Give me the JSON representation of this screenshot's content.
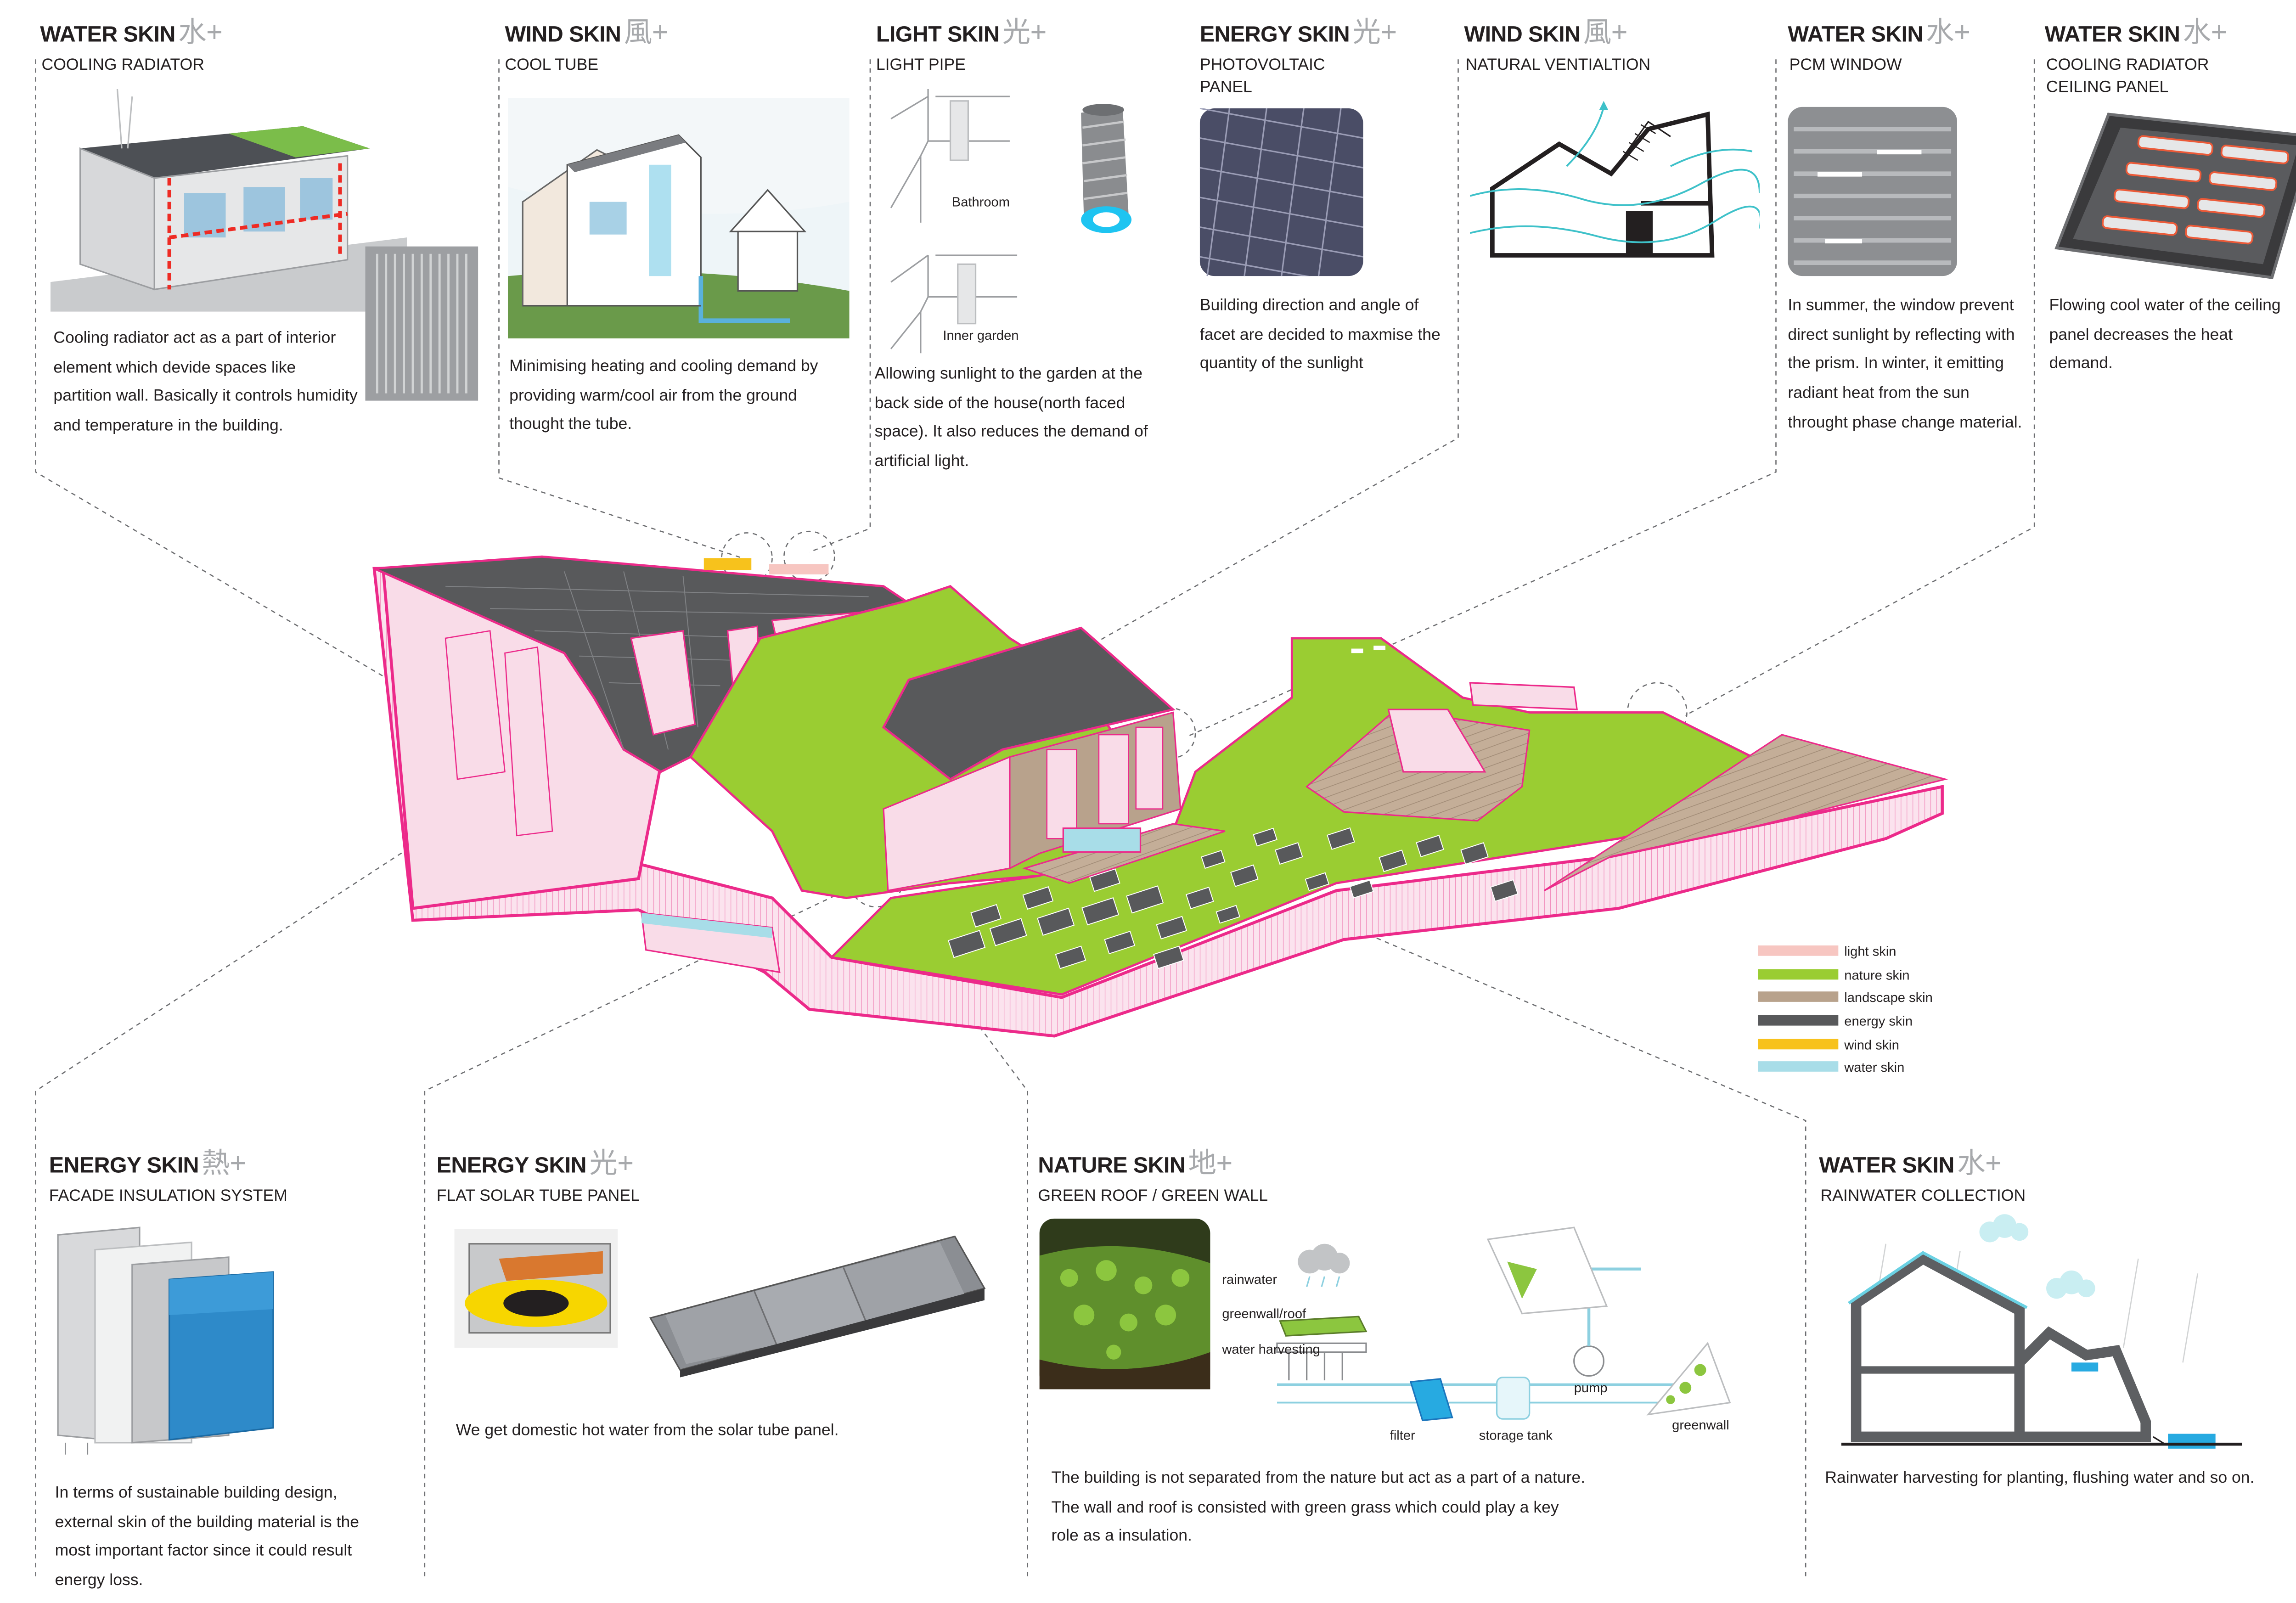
{
  "panels": {
    "p1": {
      "title": "WATER SKIN",
      "cjk": "水+",
      "sub": "COOLING RADIATOR",
      "desc": "Cooling radiator act as a part of interior element which devide spaces like partition wall. Basically it controls humidity and temperature in the building."
    },
    "p2": {
      "title": "WIND SKIN",
      "cjk": "風+",
      "sub": "COOL TUBE",
      "desc": "Minimising heating and cooling demand by providing warm/cool air from the ground thought the tube."
    },
    "p3": {
      "title": "LIGHT SKIN",
      "cjk": "光+",
      "sub": "LIGHT PIPE",
      "desc": "Allowing sunlight to the garden at the back side of the house(north faced space). It also reduces the demand of artificial light.",
      "label_bathroom": "Bathroom",
      "label_inner": "Inner garden"
    },
    "p4": {
      "title": "ENERGY SKIN",
      "cjk": "光+",
      "sub": "PHOTOVOLTAIC PANEL",
      "desc": "Building direction and angle of facet are decided to maxmise the quantity of the sunlight"
    },
    "p5": {
      "title": "WIND SKIN",
      "cjk": "風+",
      "sub": "NATURAL VENTIALTION"
    },
    "p6": {
      "title": "WATER SKIN",
      "cjk": "水+",
      "sub": "PCM WINDOW",
      "desc": "In summer, the window prevent direct sunlight by reflecting with the prism. In winter, it emitting radiant heat from the sun throught phase change material."
    },
    "p7": {
      "title": "WATER SKIN",
      "cjk": "水+",
      "sub": "COOLING RADIATOR CEILING PANEL",
      "desc": "Flowing cool water of the ceiling panel decreases the heat demand."
    },
    "p8": {
      "title": "ENERGY SKIN",
      "cjk": "熱+",
      "sub": "FACADE INSULATION SYSTEM",
      "desc": "In terms of sustainable building design, external skin of the building material is the most important factor since it could result energy loss."
    },
    "p9": {
      "title": "ENERGY SKIN",
      "cjk": "光+",
      "sub": "FLAT SOLAR TUBE PANEL",
      "desc": "We get domestic hot water from the solar tube panel."
    },
    "p10": {
      "title": "NATURE SKIN",
      "cjk": "地+",
      "sub": "GREEN ROOF / GREEN WALL",
      "desc": "The building is not separated from the nature but act as a part of a nature. The wall and roof is consisted with green grass which could play a key role as a insulation.",
      "labels": {
        "rainwater": "rainwater",
        "greenwall_roof": "greenwall/roof",
        "water_harvesting": "water harvesting",
        "filter": "filter",
        "storage_tank": "storage tank",
        "pump": "pump",
        "greenwall": "greenwall"
      }
    },
    "p11": {
      "title": "WATER SKIN",
      "cjk": "水+",
      "sub": "RAINWATER COLLECTION",
      "desc": "Rainwater harvesting for planting, flushing water and so on."
    }
  },
  "legend": [
    {
      "label": "light skin",
      "color": "#f7c6c1"
    },
    {
      "label": "nature skin",
      "color": "#9acd32"
    },
    {
      "label": "landscape skin",
      "color": "#b8a28c"
    },
    {
      "label": "energy skin",
      "color": "#58595b"
    },
    {
      "label": "wind skin",
      "color": "#f7c21c"
    },
    {
      "label": "water skin",
      "color": "#a8dde8"
    }
  ],
  "colors": {
    "pink_outline": "#ec2a8a",
    "wall_pink": "#f9dce8",
    "grass": "#9acd32",
    "roof_dark": "#58595b",
    "deck": "#b8a28c",
    "cjk_gray": "#a7a9ac"
  }
}
